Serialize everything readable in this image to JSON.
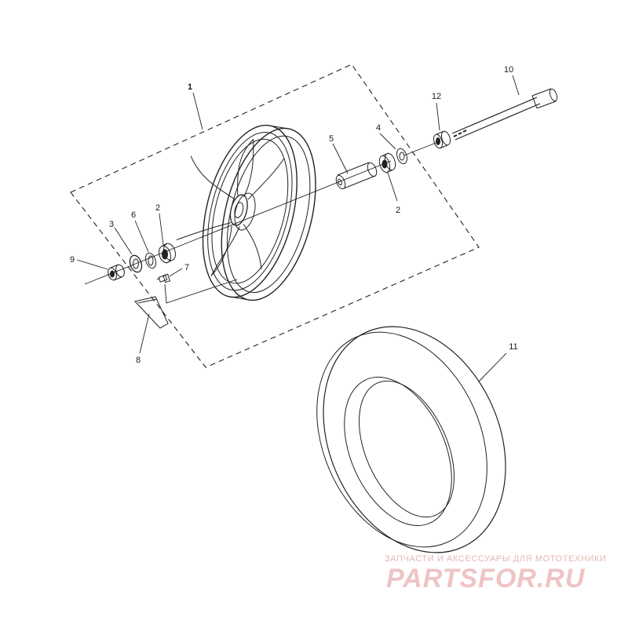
{
  "diagram": {
    "labels": {
      "assembly": "1",
      "p2_left": "2",
      "p2_right": "2",
      "p3": "3",
      "p4": "4",
      "p5": "5",
      "p6": "6",
      "p7": "7",
      "p8": "8",
      "p9": "9",
      "p10": "10",
      "p11": "11",
      "p12": "12"
    }
  },
  "watermark": {
    "tagline": "ЗАПЧАСТИ И АКСЕССУАРЫ ДЛЯ МОТОТЕХНИКИ",
    "logo": "PARTSFOR.RU"
  },
  "colors": {
    "line": "#222222",
    "watermark": "#e8b0b0"
  }
}
